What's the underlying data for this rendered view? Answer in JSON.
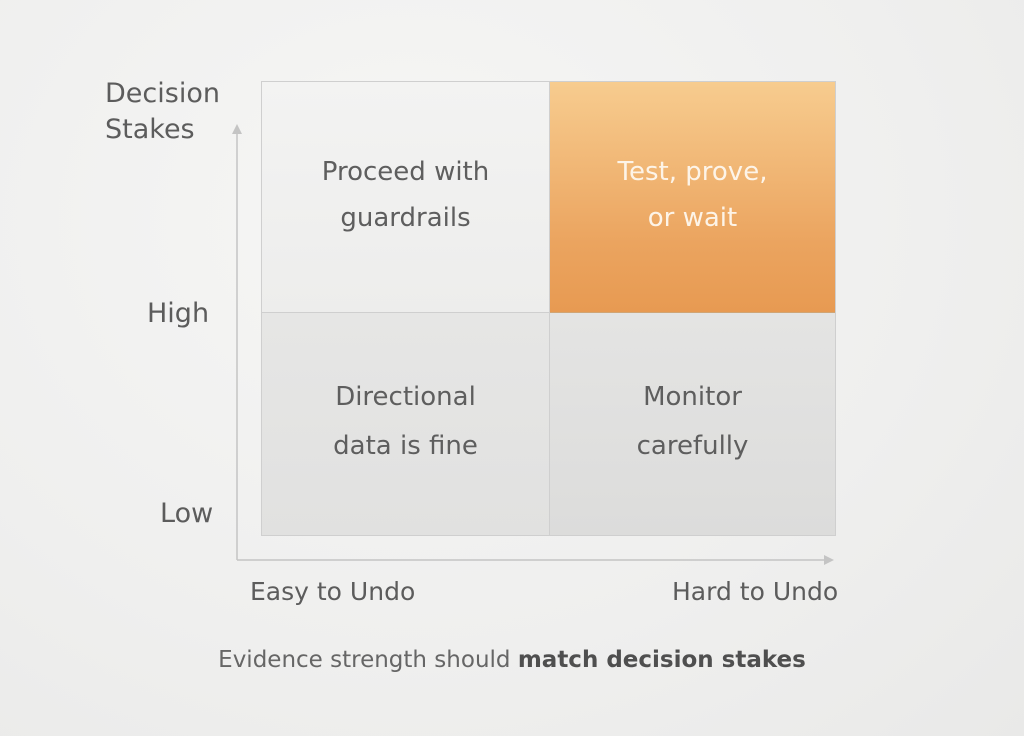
{
  "y_axis": {
    "title_line1": "Decision",
    "title_line2": "Stakes",
    "high_label": "High",
    "low_label": "Low"
  },
  "x_axis": {
    "left_label": "Easy to Undo",
    "right_label": "Hard to Undo"
  },
  "quadrants": {
    "top_left": {
      "line1": "Proceed with",
      "line2": "guardrails"
    },
    "top_right": {
      "line1": "Test, prove,",
      "line2": "or wait"
    },
    "bottom_left": {
      "line1": "Directional",
      "line2": "data is fine"
    },
    "bottom_right": {
      "line1": "Monitor",
      "line2": "carefully"
    }
  },
  "caption": {
    "lead": "Evidence strength should ",
    "emphasis": "match decision stakes"
  },
  "colors": {
    "highlight": "#eba45f",
    "neutral_light": "#f1f1f0",
    "neutral_dark": "#dcdcdb",
    "text": "#5c5c5c"
  }
}
